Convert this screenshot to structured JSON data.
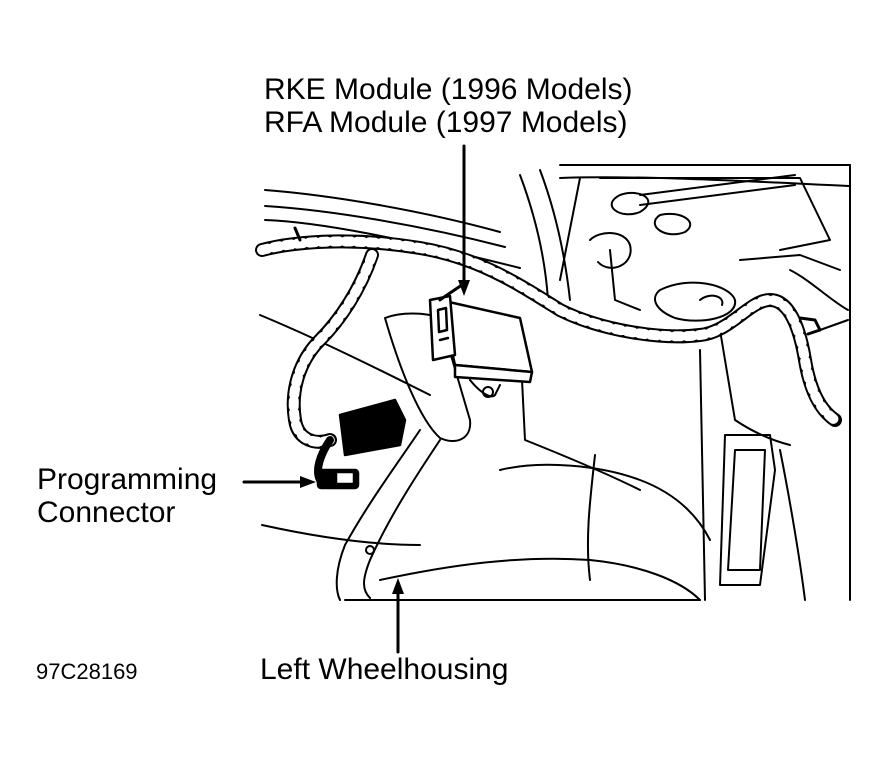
{
  "labels": {
    "rke_module": "RKE Module (1996 Models)",
    "rfa_module": "RFA Module (1997 Models)",
    "programming_line1": "Programming",
    "programming_line2": "Connector",
    "left_wheelhousing": "Left Wheelhousing",
    "figure_code": "97C28169"
  },
  "colors": {
    "line": "#000000",
    "background": "#ffffff"
  }
}
